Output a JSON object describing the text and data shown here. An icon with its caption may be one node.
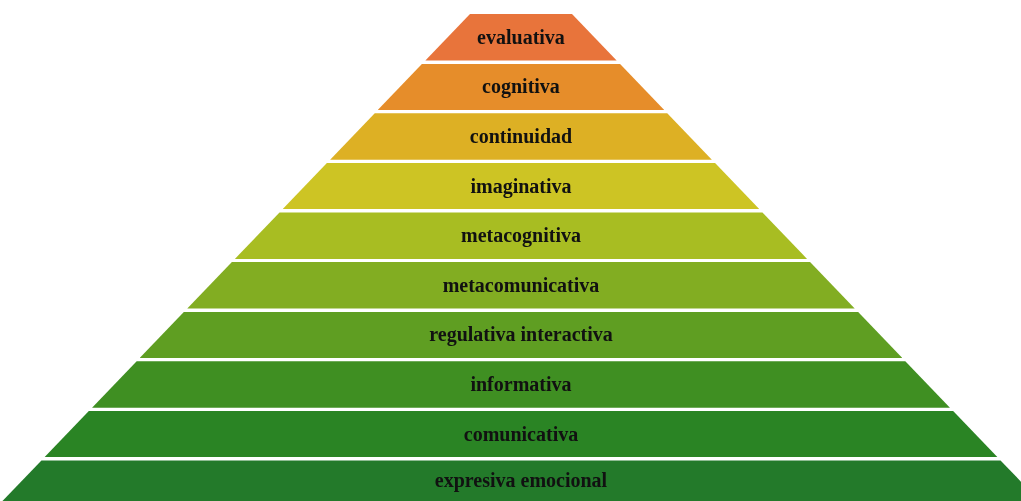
{
  "diagram": {
    "nodes": [
      {
        "text": [
          "evaluativa"
        ]
      },
      {
        "text": [
          "cognitiva"
        ]
      },
      {
        "text": [
          "continuidad"
        ]
      },
      {
        "text": [
          "imaginativa"
        ]
      },
      {
        "text": [
          "metacognitiva"
        ]
      },
      {
        "text": [
          "metacomunicativa"
        ]
      },
      {
        "text": [
          "regulativa interactiva"
        ]
      },
      {
        "text": [
          "informativa"
        ]
      },
      {
        "text": [
          "comunicativa"
        ]
      },
      {
        "text": [
          "expresiva emocional"
        ]
      }
    ]
  }
}
